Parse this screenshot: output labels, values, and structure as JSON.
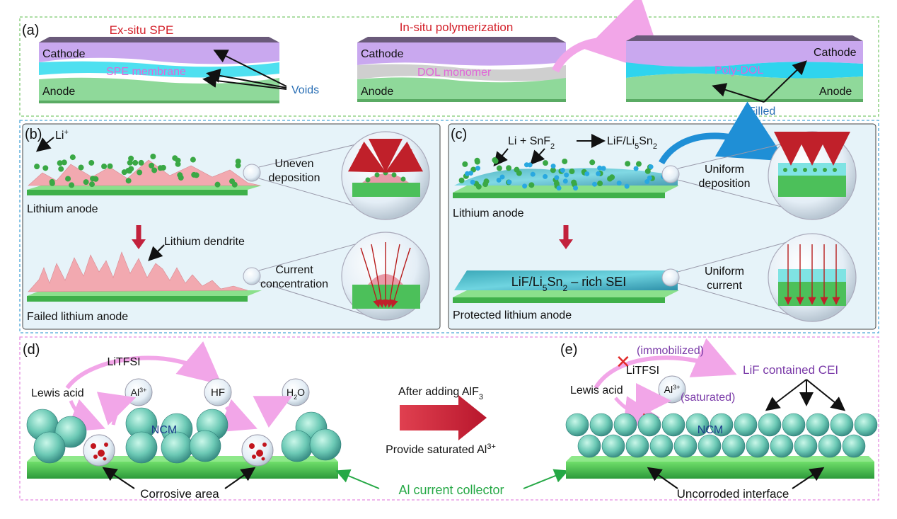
{
  "panel_a": {
    "letter": "(a)",
    "ex_situ_title": "Ex-situ SPE",
    "in_situ_title": "In-situ polymerization",
    "left_cathode": "Cathode",
    "left_spe": "SPE membrane",
    "left_anode": "Anode",
    "voids": "Voids",
    "mid_cathode": "Cathode",
    "mid_dol": "DOL monomer",
    "mid_anode": "Anode",
    "right_cathode": "Cathode",
    "right_polydol": "Poly-DOL",
    "right_anode": "Anode",
    "filled": "Filled"
  },
  "panel_b": {
    "letter": "(b)",
    "li_ion": "Li",
    "li_ion_sup": "+",
    "uneven_1": "Uneven",
    "uneven_2": "deposition",
    "lithium_anode": "Lithium anode",
    "lithium_dendrite": "Lithium dendrite",
    "current_1": "Current",
    "current_2": "concentration",
    "failed_anode": "Failed lithium anode"
  },
  "panel_c": {
    "letter": "(c)",
    "reaction_left": "Li + SnF",
    "reaction_left_sub": "2",
    "reaction_right_a": "LiF/Li",
    "reaction_right_sub1": "5",
    "reaction_right_b": "Sn",
    "reaction_right_sub2": "2",
    "uniform_dep_1": "Uniform",
    "uniform_dep_2": "deposition",
    "lithium_anode": "Lithium anode",
    "sei_a": "LiF/Li",
    "sei_sub1": "5",
    "sei_b": "Sn",
    "sei_sub2": "2",
    "sei_c": " – rich SEI",
    "uniform_cur_1": "Uniform",
    "uniform_cur_2": "current",
    "protected_anode": "Protected lithium anode"
  },
  "panel_d": {
    "letter": "(d)",
    "litfsi": "LiTFSI",
    "lewis_acid": "Lewis acid",
    "al_ion": "Al",
    "al_ion_sup": "3+",
    "hf": "HF",
    "h2o_a": "H",
    "h2o_sub": "2",
    "h2o_b": "O",
    "ncm": "NCM",
    "corrosive": "Corrosive area"
  },
  "middle": {
    "after_adding_a": "After adding AlF",
    "after_adding_sub": "3",
    "provide_a": "Provide saturated Al",
    "provide_sup": "3+",
    "al_collector": "Al current collector"
  },
  "panel_e": {
    "letter": "(e)",
    "immobilized": "(immobilized)",
    "litfsi": "LiTFSI",
    "lif_cei": "LiF contained CEI",
    "lewis_acid": "Lewis acid",
    "al_ion": "Al",
    "al_ion_sup": "3+",
    "saturated": "(saturated)",
    "ncm": "NCM",
    "uncorroded": "Uncorroded interface"
  },
  "colors": {
    "cathode": "#c9a8ef",
    "anode": "#8fd99a",
    "spe": "#4fe0f0",
    "red_title": "#d3202a",
    "magenta_label": "#e066d8",
    "blue_label": "#2a6fb5",
    "green_label": "#25a845",
    "purple_label": "#7a3aa8",
    "dashed_green": "#7cc96f",
    "dashed_blue": "#4aa6d8",
    "dashed_pink": "#e58be0",
    "dark_red_arrow": "#c2213c"
  }
}
